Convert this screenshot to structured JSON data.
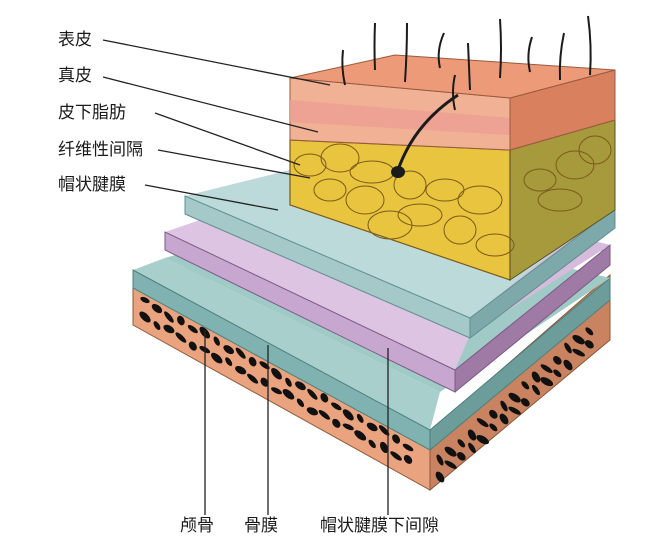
{
  "labels": {
    "epidermis": "表皮",
    "dermis": "真皮",
    "subcutaneous": "皮下脂肪",
    "fibrous_septa": "纤维性间隔",
    "galea": "帽状腱膜",
    "skull": "颅骨",
    "periosteum": "骨膜",
    "subgaleal_space": "帽状腱膜下间隙"
  },
  "colors": {
    "skin_top": "#ec9a78",
    "skin_front": "#f0b195",
    "skin_side": "#d9805e",
    "dermis_band": "#e98f8a",
    "fat": "#e9c43f",
    "fat_outline": "#7a5a18",
    "fat_side": "#a79a3c",
    "galea_top": "#bcdad9",
    "galea_side": "#7ea9ab",
    "loose_top": "#d9bfe0",
    "loose_side": "#9e7aa5",
    "periosteum_top": "#a8cfcc",
    "periosteum_side": "#6d9d9b",
    "bone_front": "#eaa37f",
    "bone_side": "#c98360",
    "bone_spots": "#111111",
    "hair": "#1b1b1b",
    "leader_line": "#222222"
  }
}
